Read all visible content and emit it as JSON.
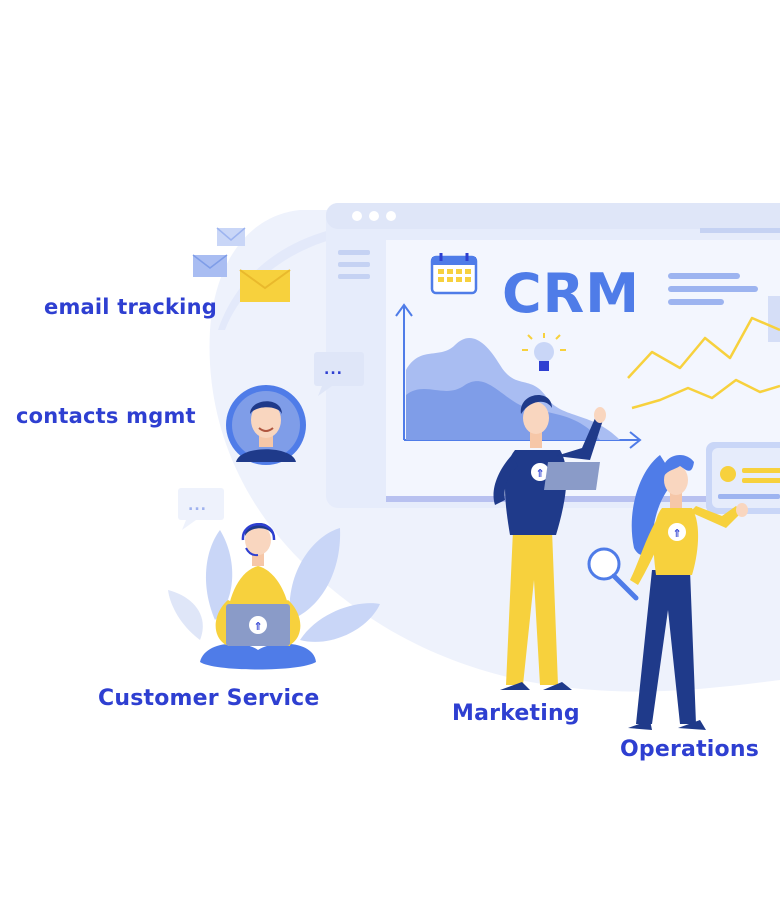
{
  "illustration": {
    "headline": "CRM",
    "labels": {
      "email_tracking": "email tracking",
      "contacts_mgmt": "contacts mgmt",
      "customer_service": "Customer Service",
      "marketing": "Marketing",
      "operations": "Operations"
    },
    "bubble_text": "...",
    "icons": [
      "envelope-icon",
      "calendar-icon",
      "lightbulb-icon",
      "magnifier-icon",
      "chat-bubble-icon",
      "avatar-icon",
      "logo-badge-icon"
    ],
    "colors": {
      "accent_blue": "#2e3fd1",
      "crm_blue": "#4f7ce8",
      "pale_blue": "#e6ecfb",
      "yellow": "#f7d13d",
      "navy": "#1f3a8a"
    }
  }
}
